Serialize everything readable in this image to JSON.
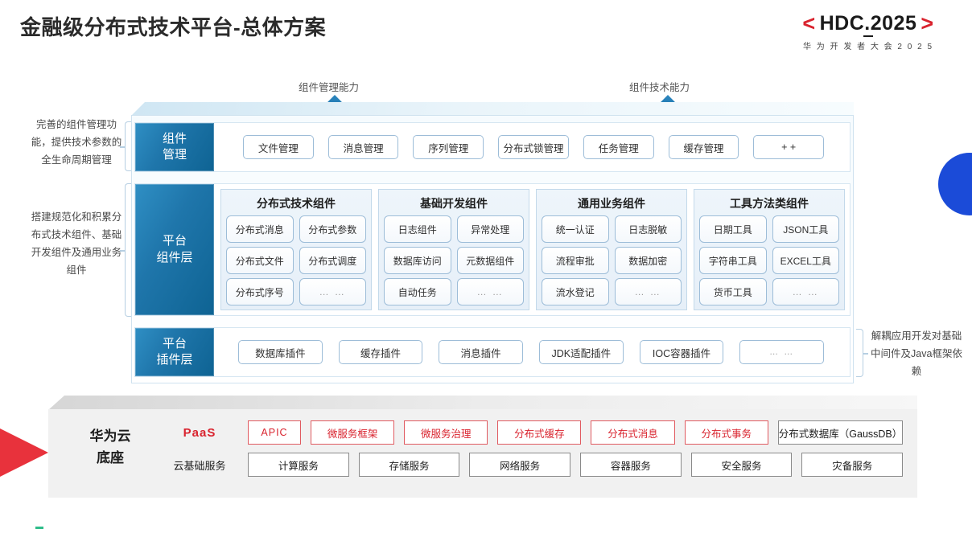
{
  "header": {
    "title": "金融级分布式技术平台-总体方案",
    "logo": {
      "bracket_left": "<",
      "main": "HDC.2025",
      "bracket_right": ">",
      "subtitle": "华 为 开 发 者 大 会 2 0 2 5",
      "accent_color": "#d9232e"
    }
  },
  "arrows": [
    {
      "name": "component-management-capability",
      "label": "组件管理能力"
    },
    {
      "name": "component-technology-capability",
      "label": "组件技术能力"
    }
  ],
  "notes": {
    "left_top": "完善的组件管理功能，提供技术参数的全生命周期管理",
    "left_middle": "搭建规范化和积累分布式技术组件、基础开发组件及通用业务组件",
    "right": "解耦应用开发对基础中间件及Java框架依赖"
  },
  "rows": {
    "component_management": {
      "label": "组件管理",
      "label_line1": "组件",
      "label_line2": "管理",
      "chips": [
        "文件管理",
        "消息管理",
        "序列管理",
        "分布式锁管理",
        "任务管理",
        "缓存管理",
        "+ +"
      ]
    },
    "platform_component_layer": {
      "label": "平台组件层",
      "label_line1": "平台",
      "label_line2": "组件层",
      "groups": [
        {
          "title": "分布式技术组件",
          "items": [
            "分布式消息",
            "分布式参数",
            "分布式文件",
            "分布式调度",
            "分布式序号",
            "… …"
          ]
        },
        {
          "title": "基础开发组件",
          "items": [
            "日志组件",
            "异常处理",
            "数据库访问",
            "元数据组件",
            "自动任务",
            "… …"
          ]
        },
        {
          "title": "通用业务组件",
          "items": [
            "统一认证",
            "日志脱敏",
            "流程审批",
            "数据加密",
            "流水登记",
            "… …"
          ]
        },
        {
          "title": "工具方法类组件",
          "items": [
            "日期工具",
            "JSON工具",
            "字符串工具",
            "EXCEL工具",
            "货币工具",
            "… …"
          ]
        }
      ]
    },
    "platform_plugin_layer": {
      "label": "平台插件层",
      "label_line1": "平台",
      "label_line2": "插件层",
      "chips": [
        "数据库插件",
        "缓存插件",
        "消息插件",
        "JDK适配插件",
        "IOC容器插件",
        "… …"
      ]
    }
  },
  "base": {
    "title_line1": "华为云",
    "title_line2": "底座",
    "paas": {
      "row_title": "PaaS",
      "items": [
        {
          "label": "APIC",
          "style": "red"
        },
        {
          "label": "微服务框架",
          "style": "red"
        },
        {
          "label": "微服务治理",
          "style": "red"
        },
        {
          "label": "分布式缓存",
          "style": "red"
        },
        {
          "label": "分布式消息",
          "style": "red"
        },
        {
          "label": "分布式事务",
          "style": "red"
        },
        {
          "label": "分布式数据库（GaussDB）",
          "style": "gray"
        }
      ]
    },
    "cloud_infra": {
      "row_title": "云基础服务",
      "items": [
        {
          "label": "计算服务",
          "style": "gray"
        },
        {
          "label": "存储服务",
          "style": "gray"
        },
        {
          "label": "网络服务",
          "style": "gray"
        },
        {
          "label": "容器服务",
          "style": "gray"
        },
        {
          "label": "安全服务",
          "style": "gray"
        },
        {
          "label": "灾备服务",
          "style": "gray"
        }
      ]
    }
  },
  "colors": {
    "brand_red": "#d9232e",
    "brand_blue": "#1b6fa8",
    "accent_blue_circle": "#1b4bd8",
    "base_gray": "#f1f1f1"
  }
}
